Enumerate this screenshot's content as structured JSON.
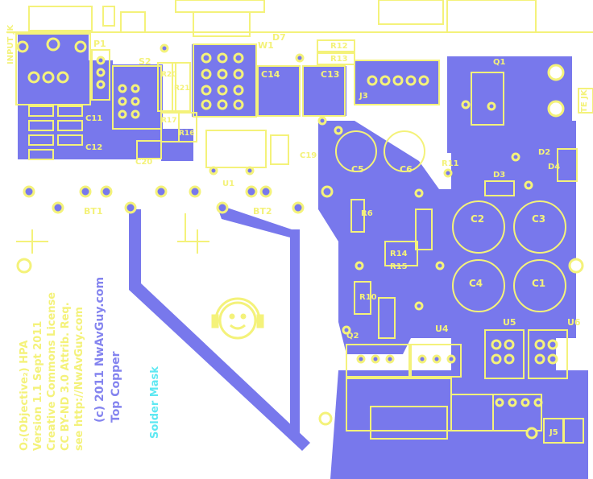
{
  "colors": {
    "copper": "#7878ec",
    "silkscreen": "#f4f27a",
    "solder_mask": "#5ee8f2",
    "background": "#ffffff"
  },
  "credits": {
    "line1": "O₂(Objective₂) HPA",
    "line2": "Version 1.1 Sept 2011",
    "line3": "Creative Commons License",
    "line4": "CC BY-ND 3.0 Attrib. Req.",
    "line5": "see http://NwAvGuy.com"
  },
  "copyright": {
    "line1": "(c) 2011 NwAvGuy.com",
    "line2": "Top Copper"
  },
  "layer_labels": {
    "solder_mask": "Solder Mask"
  },
  "refdes": {
    "P1": "P1",
    "S2": "S2",
    "R20": "R20",
    "R21": "R21",
    "R17": "R17",
    "R16": "R16",
    "W1": "W1",
    "D7": "D7",
    "R12": "R12",
    "R13": "R13",
    "C14": "C14",
    "C13": "C13",
    "C11": "C11",
    "C12": "C12",
    "C20": "C20",
    "U1": "U1",
    "C19": "C19",
    "C5": "C5",
    "C6": "C6",
    "BT1": "BT1",
    "BT2": "BT2",
    "C2": "C2",
    "C3": "C3",
    "C4": "C4",
    "C1": "C1",
    "D3": "D3",
    "D4": "D4",
    "D2": "D2",
    "U4": "U4",
    "U5": "U5",
    "U6": "U6",
    "R6": "R6",
    "R10": "R10",
    "J3": "J3",
    "J5": "J5",
    "R14": "R14",
    "R15": "R15",
    "R11": "R11",
    "Q1": "Q1",
    "Q2": "Q2"
  },
  "edge_labels": {
    "input_left": "INPUT JK",
    "right_side": "TE JK"
  }
}
